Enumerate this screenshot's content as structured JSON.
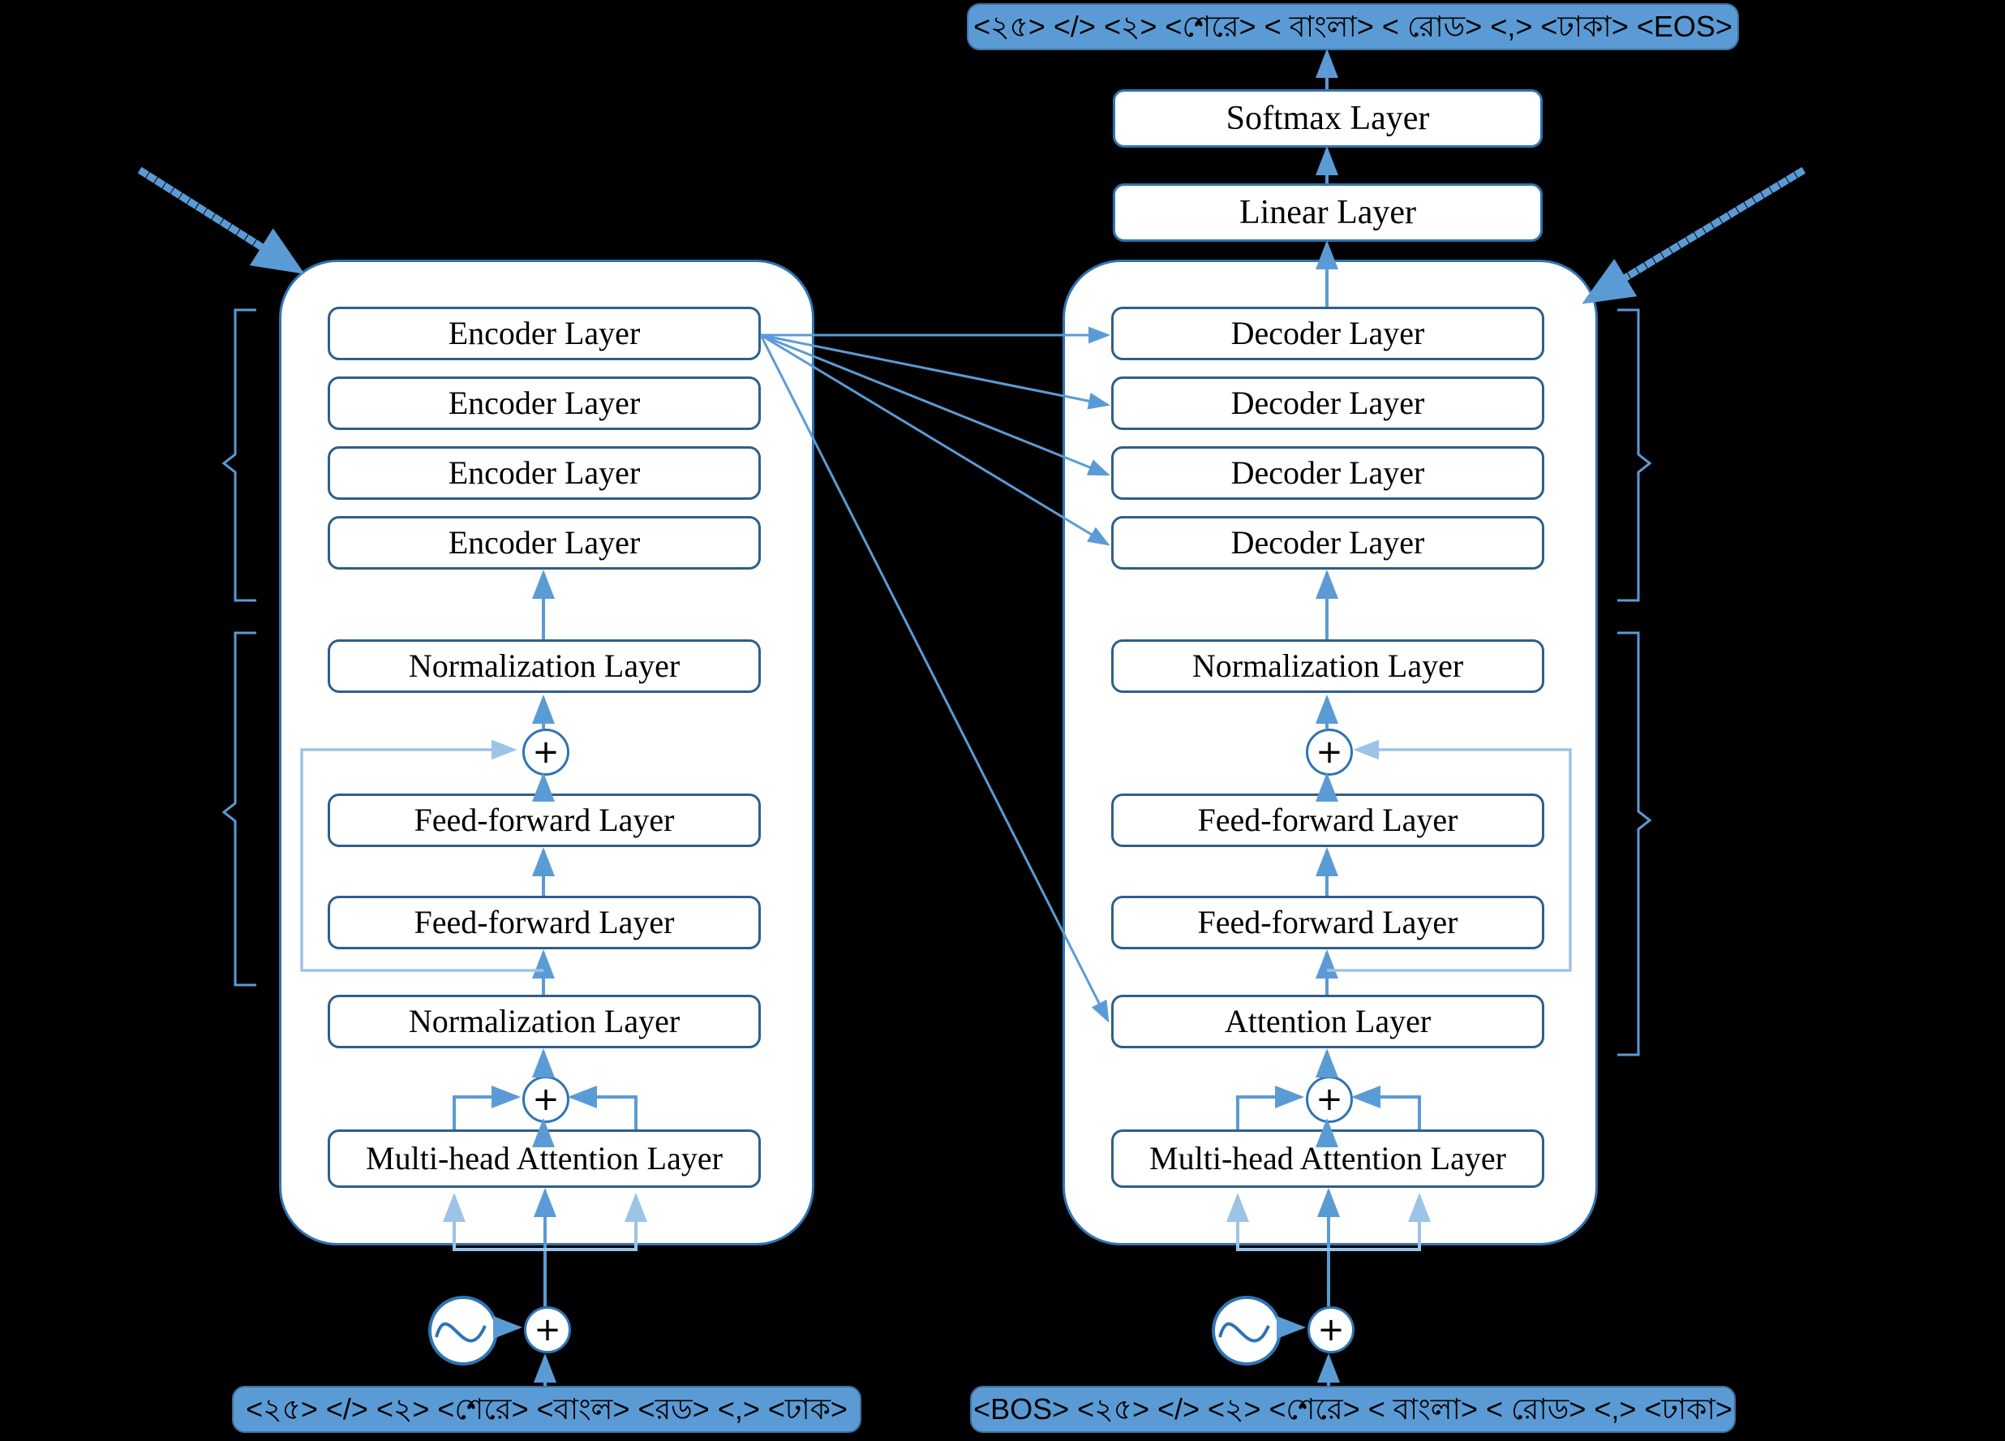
{
  "diagram": {
    "title": "Transformer Encoder-Decoder Architecture (Bangla)",
    "colors": {
      "background": "#000000",
      "panel_fill": "#ffffff",
      "panel_border": "#2E74B5",
      "box_border": "#2E5F8A",
      "token_fill": "#5B9BD5",
      "token_border": "#41719C",
      "arrow": "#5B9BD5",
      "arrow_light": "#9DC3E6",
      "text": "#000000"
    }
  },
  "output_tokens": {
    "name": "output-token-sequence",
    "text": "<২৫> </> <২> <শেরে> < বাংলা> < রোড> <,> <ঢাকা> <EOS>"
  },
  "head": {
    "softmax": "Softmax Layer",
    "linear": "Linear Layer"
  },
  "encoder": {
    "stack_label": "encoder-stack",
    "layers": [
      "Encoder Layer",
      "Encoder Layer",
      "Encoder Layer",
      "Encoder Layer"
    ],
    "norm_top": "Normalization Layer",
    "ff_top": "Feed-forward Layer",
    "ff_bottom": "Feed-forward Layer",
    "norm_bottom": "Normalization Layer",
    "attention": "Multi-head Attention Layer",
    "plus_symbol": "+"
  },
  "decoder": {
    "stack_label": "decoder-stack",
    "layers": [
      "Decoder Layer",
      "Decoder Layer",
      "Decoder Layer",
      "Decoder Layer"
    ],
    "norm_top": "Normalization Layer",
    "ff_top": "Feed-forward Layer",
    "ff_bottom": "Feed-forward Layer",
    "cross_attention": "Attention Layer",
    "attention": "Multi-head Attention Layer",
    "plus_symbol": "+"
  },
  "input_tokens": {
    "name": "encoder-input-token-sequence",
    "text": "<২৫> </> <২> <শেরে> <বাংল> <রড> <,> <ঢাক>"
  },
  "shifted_tokens": {
    "name": "decoder-input-token-sequence",
    "text": "<BOS> <২৫> </> <২> <শেরে> < বাংলা> < রোড> <,> <ঢাকা>"
  },
  "positional": {
    "encoder_icon": "sine-wave-icon",
    "decoder_icon": "sine-wave-icon",
    "plus_symbol": "+"
  }
}
